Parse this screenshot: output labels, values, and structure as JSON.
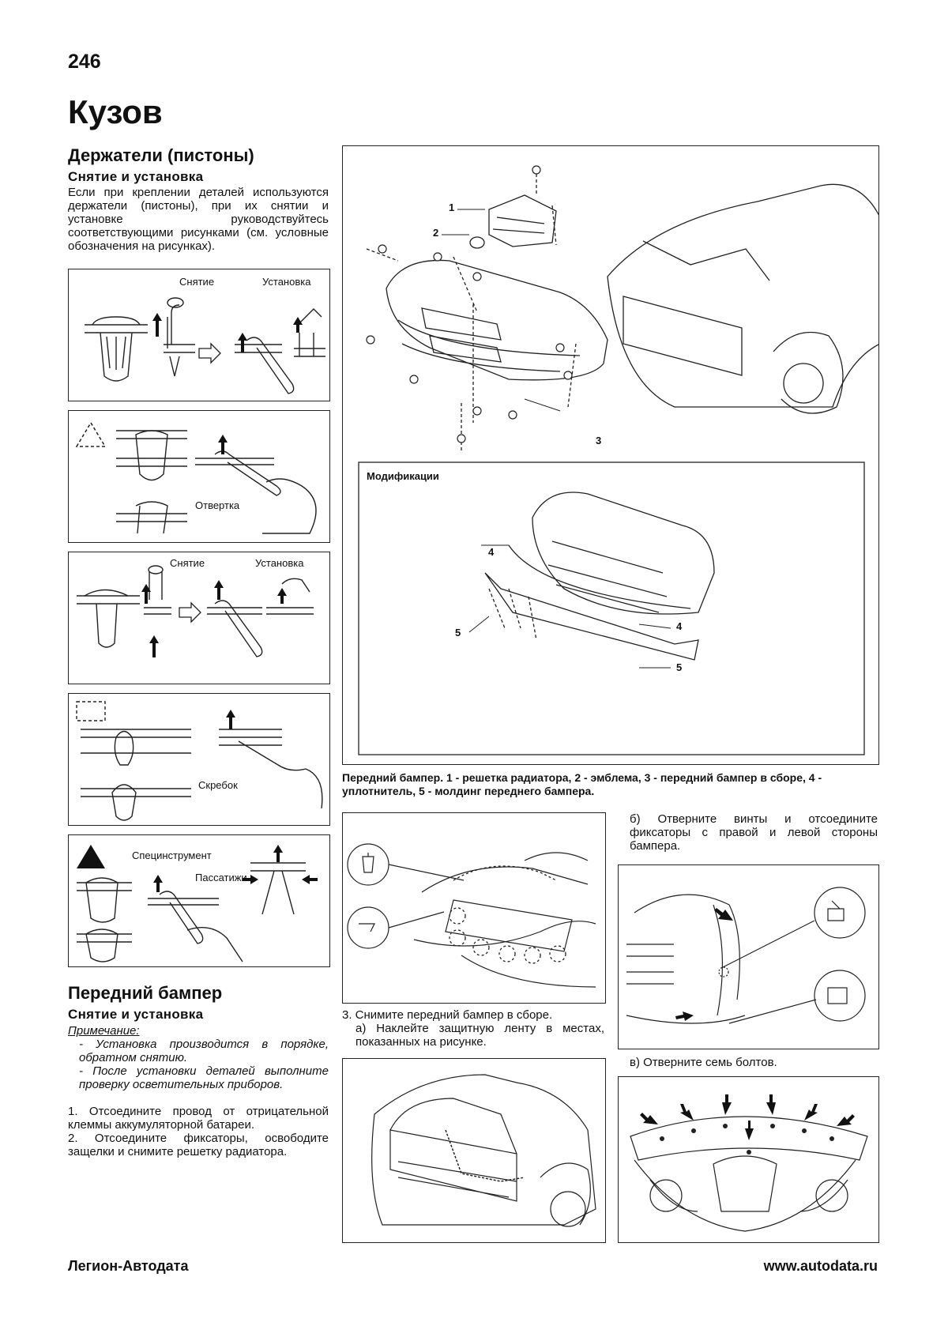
{
  "page": {
    "number": "246",
    "chapter_title": "Кузов"
  },
  "left": {
    "sec1_title": "Держатели (пистоны)",
    "sec1_sub": "Снятие и установка",
    "sec1_text": "Если при креплении деталей используются держатели (пистоны), при их снятии и установке руководствуйтесь соответствующими рисунками (см. условные обозначения на рисунках).",
    "fig1": {
      "label_remove": "Снятие",
      "label_install": "Установка"
    },
    "fig2": {
      "label_tool": "Отвертка"
    },
    "fig3": {
      "label_remove": "Снятие",
      "label_install": "Установка"
    },
    "fig4": {
      "label_tool": "Скребок"
    },
    "fig5": {
      "label_special": "Специнструмент",
      "label_pliers": "Пассатижи"
    },
    "sec2_title": "Передний бампер",
    "sec2_sub": "Снятие и установка",
    "note_head": "Примечание:",
    "note_1": "- Установка производится в порядке, обратном снятию.",
    "note_2": "- После установки деталей выполните проверку осветительных приборов.",
    "step_1": "1. Отсоедините провод от отрицательной клеммы аккумуляторной батареи.",
    "step_2": "2. Отсоедините фиксаторы, освободите защелки и снимите решетку радиатора."
  },
  "right": {
    "main_fig": {
      "callouts": [
        "1",
        "2",
        "3",
        "4",
        "4",
        "5",
        "5"
      ],
      "inset_label": "Модификации"
    },
    "main_caption": "Передний бампер. 1 - решетка радиатора, 2 - эмблема, 3 - передний бампер в сборе, 4 - уплотнитель, 5 - молдинг переднего бампера.",
    "step_3": "3. Снимите передний бампер в сборе.",
    "step_3a": "а) Наклейте защитную ленту в местах, показанных на рисунке.",
    "step_3b": "б) Отверните винты и отсоедините фиксаторы с правой и левой стороны бампера.",
    "step_3c": "в) Отверните семь болтов."
  },
  "footer": {
    "left": "Легион-Автодата",
    "right": "www.autodata.ru"
  }
}
